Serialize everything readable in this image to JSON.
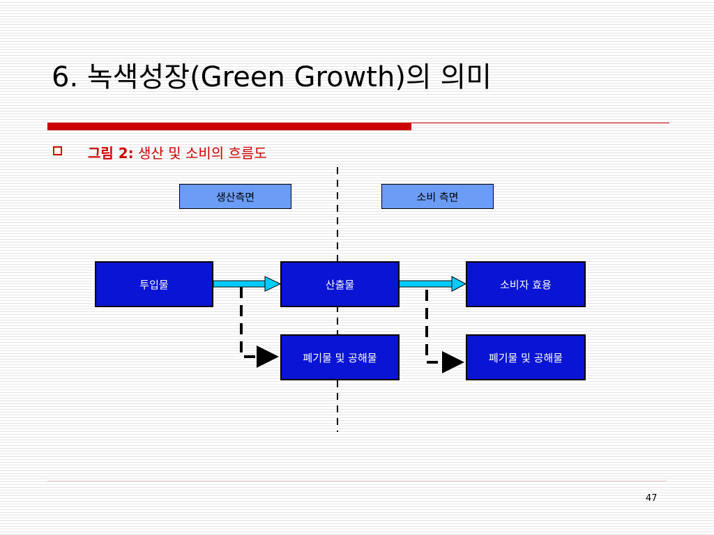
{
  "slide": {
    "title": "6. 녹색성장(Green Growth)의 의미",
    "subtitle_bold": "그림 2:",
    "subtitle_rest": " 생산 및 소비의 흐름도",
    "page_number": "47"
  },
  "diagram": {
    "headers": {
      "production": "생산측면",
      "consumption": "소비 측면"
    },
    "nodes": {
      "input": "투입물",
      "output": "산출물",
      "consumer_utility": "소비자 효용",
      "waste_production": "폐기물 및 공해물",
      "waste_consumption": "폐기물 및 공해물"
    }
  },
  "colors": {
    "accent_red": "#cc0000",
    "header_fill": "#6b9cf6",
    "node_fill": "#0a14d4",
    "flow_arrow": "#00ccff"
  }
}
